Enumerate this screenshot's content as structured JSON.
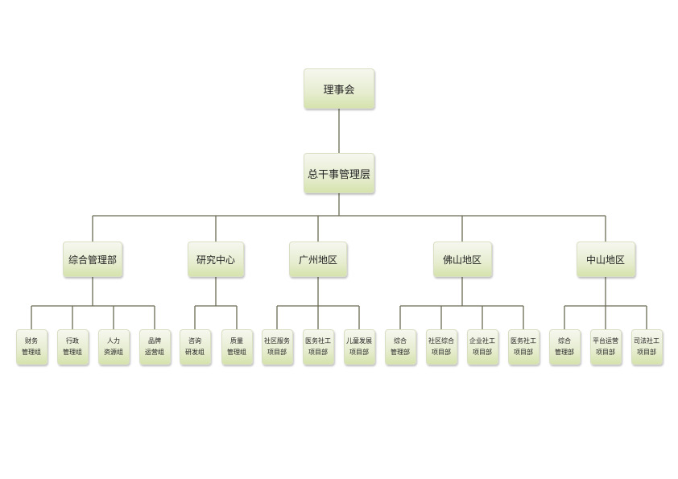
{
  "root": "理事会",
  "management": "总干事管理层",
  "departments": [
    {
      "name": "综合管理部",
      "children": [
        "财务\n管理组",
        "行政\n管理组",
        "人力\n资源组",
        "品牌\n运营组"
      ]
    },
    {
      "name": "研究中心",
      "children": [
        "咨询\n研发组",
        "质量\n管理组"
      ]
    },
    {
      "name": "广州地区",
      "children": [
        "社区服务\n项目部",
        "医务社工\n项目部",
        "儿童发展\n项目部"
      ]
    },
    {
      "name": "佛山地区",
      "children": [
        "综合\n管理部",
        "社区综合\n项目部",
        "企业社工\n项目部",
        "医务社工\n项目部"
      ]
    },
    {
      "name": "中山地区",
      "children": [
        "综合\n管理部",
        "平台运营\n项目部",
        "司法社工\n项目部"
      ]
    }
  ],
  "colors": {
    "line": "#6b6b55",
    "box_top": "#f6f7ef",
    "box_bottom": "#d6e3ad"
  }
}
